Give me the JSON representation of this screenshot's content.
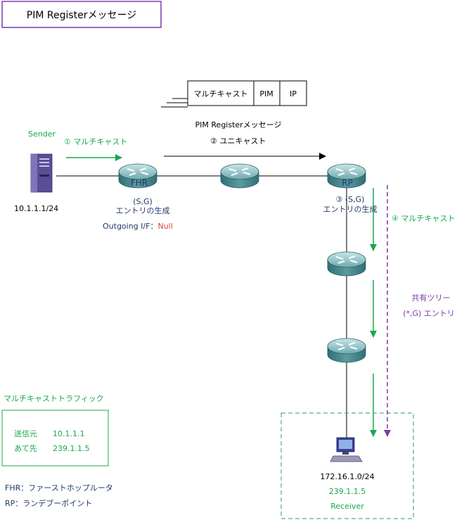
{
  "title": "PIM Registerメッセージ",
  "packet": {
    "fields": [
      "マルチキャスト",
      "PIM",
      "IP"
    ],
    "caption": "PIM Registerメッセージ"
  },
  "steps": {
    "step1": "① マルチキャスト",
    "step2": "② ユニキャスト",
    "step3": "③ (S,G)",
    "step3_line2": "エントリの生成",
    "step4": "④ マルチキャスト"
  },
  "sender": {
    "label": "Sender",
    "address": "10.1.1.1/24"
  },
  "fhr": {
    "label": "FHR",
    "entry_line1": "(S,G)",
    "entry_line2": "エントリの生成",
    "outgoing_label": "Outgoing I/F：",
    "outgoing_value": "Null"
  },
  "rp": {
    "label": "RP"
  },
  "shared_tree": {
    "line1": "共有ツリー",
    "line2": "(*,G) エントリ"
  },
  "traffic": {
    "heading": "マルチキャストトラフィック",
    "src_label": "送信元",
    "src_value": "10.1.1.1",
    "dst_label": "あて先",
    "dst_value": "239.1.1.5"
  },
  "legend": {
    "fhr": "FHR：ファーストホップルータ",
    "rp": "RP：ランデブーポイント"
  },
  "receiver": {
    "network": "172.16.1.0/24",
    "group": "239.1.1.5",
    "label": "Receiver"
  },
  "colors": {
    "multicast": "#18a84a",
    "shared_tree": "#7a3aa8",
    "text": "#1f3864",
    "null": "#e0403a"
  }
}
